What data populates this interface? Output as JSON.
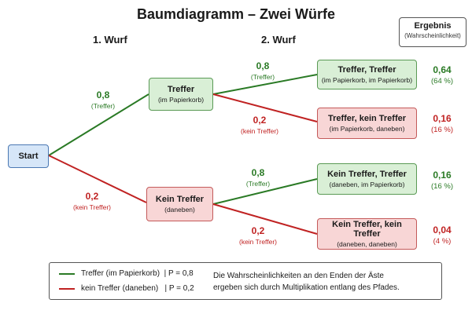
{
  "title": "Baumdiagramm – Zwei Würfe",
  "headers": {
    "wurf1": "1. Wurf",
    "wurf2": "2. Wurf"
  },
  "result_box": {
    "title": "Ergebnis",
    "subtitle": "(Wahrscheinlichkeit)"
  },
  "colors": {
    "hit": "#2a7a25",
    "miss": "#c02222",
    "hit_fill": "#d9efd6",
    "miss_fill": "#f8d6d6",
    "start_fill": "#d6e6f8"
  },
  "nodes": {
    "start": "Start",
    "treffer": {
      "title": "Treffer",
      "sub": "(im Papierkorb)"
    },
    "kein_treffer": {
      "title": "Kein Treffer",
      "sub": "(daneben)"
    },
    "tt": {
      "title": "Treffer, Treffer",
      "sub": "(im Papierkorb, im Papierkorb)"
    },
    "tk": {
      "title": "Treffer, kein Treffer",
      "sub": "(im Papierkorb, daneben)"
    },
    "kt": {
      "title": "Kein Treffer, Treffer",
      "sub": "(daneben, im Papierkorb)"
    },
    "kk": {
      "title": "Kein Treffer, kein Treffer",
      "sub": "(daneben, daneben)"
    }
  },
  "branches": {
    "b1_hit": {
      "p": "0,8",
      "desc": "(Treffer)"
    },
    "b1_miss": {
      "p": "0,2",
      "desc": "(kein Treffer)"
    },
    "b2_hit_hit": {
      "p": "0,8",
      "desc": "(Treffer)"
    },
    "b2_hit_miss": {
      "p": "0,2",
      "desc": "(kein Treffer)"
    },
    "b2_miss_hit": {
      "p": "0,8",
      "desc": "(Treffer)"
    },
    "b2_miss_miss": {
      "p": "0,2",
      "desc": "(kein Treffer)"
    }
  },
  "results": {
    "tt": {
      "value": "0,64",
      "percent": "(64 %)"
    },
    "tk": {
      "value": "0,16",
      "percent": "(16 %)"
    },
    "kt": {
      "value": "0,16",
      "percent": "(16 %)"
    },
    "kk": {
      "value": "0,04",
      "percent": "(4 %)"
    }
  },
  "legend": {
    "hit": "Treffer (im Papierkorb)  | P = 0,8",
    "miss": "kein Treffer (daneben)   | P = 0,2",
    "note_line1": "Die Wahrscheinlichkeiten an den Enden der Äste",
    "note_line2": "ergeben sich durch Multiplikation entlang des Pfades."
  }
}
